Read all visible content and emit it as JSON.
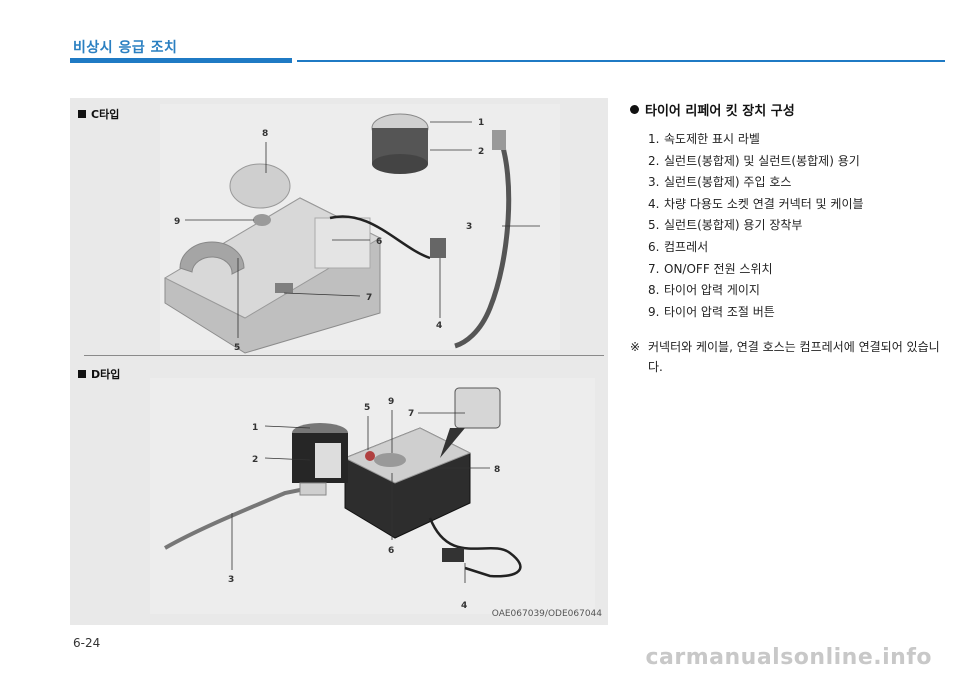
{
  "header": {
    "section_title": "비상시 응급 조치"
  },
  "figure": {
    "panel_c_label": "C타입",
    "panel_d_label": "D타입",
    "code": "OAE067039/ODE067044",
    "callouts_c": [
      "1",
      "2",
      "3",
      "4",
      "5",
      "6",
      "7",
      "8",
      "9"
    ],
    "callouts_d": [
      "1",
      "2",
      "3",
      "4",
      "5",
      "6",
      "7",
      "8",
      "9"
    ]
  },
  "content": {
    "heading": "타이어 리페어 킷 장치 구성",
    "items": [
      {
        "num": "1.",
        "text": "속도제한 표시 라벨"
      },
      {
        "num": "2.",
        "text": "실런트(봉합제) 및 실런트(봉합제) 용기"
      },
      {
        "num": "3.",
        "text": "실런트(봉합제) 주입 호스"
      },
      {
        "num": "4.",
        "text": "차량 다용도 소켓 연결 커넥터 및 케이블"
      },
      {
        "num": "5.",
        "text": "실런트(봉합제) 용기 장착부"
      },
      {
        "num": "6.",
        "text": "컴프레서"
      },
      {
        "num": "7.",
        "text": "ON/OFF 전원 스위치"
      },
      {
        "num": "8.",
        "text": "타이어 압력 게이지"
      },
      {
        "num": "9.",
        "text": "타이어 압력 조절 버튼"
      }
    ],
    "note_mark": "※",
    "note_text": "커넥터와 케이블, 연결 호스는 컴프레서에 연결되어 있습니다."
  },
  "footer": {
    "page_number": "6-24",
    "watermark": "carmanualsonline.info"
  }
}
